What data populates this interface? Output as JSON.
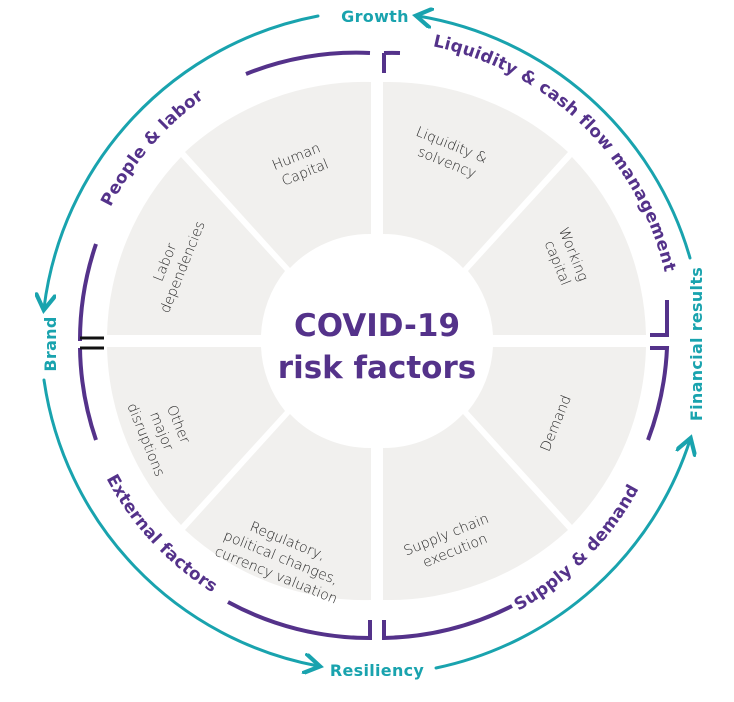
{
  "center": {
    "line1": "COVID-19",
    "line2": "risk factors"
  },
  "segments": {
    "human_capital": [
      "Human",
      "Capital"
    ],
    "liquidity": [
      "Liquidity &",
      "solvency"
    ],
    "working_capital": [
      "Working",
      "capital"
    ],
    "demand": [
      "Demand"
    ],
    "supply_chain": [
      "Supply chain",
      "execution"
    ],
    "regulatory": [
      "Regulatory,",
      "political changes,",
      "currency valuation"
    ],
    "other_disruptions": [
      "Other",
      "major",
      "disruptions"
    ],
    "labor_dependencies": [
      "Labor",
      "dependencies"
    ]
  },
  "categories": {
    "people_labor": "People & labor",
    "liquidity_cash": "Liquidity & cash flow management",
    "supply_demand": "Supply & demand",
    "external_factors": "External factors"
  },
  "outer": {
    "growth": "Growth",
    "financial_results": "Financial results",
    "resiliency": "Resiliency",
    "brand": "Brand"
  },
  "colors": {
    "purple": "#54328a",
    "teal": "#19a3ae",
    "segment_fill": "#f1f0ee"
  }
}
